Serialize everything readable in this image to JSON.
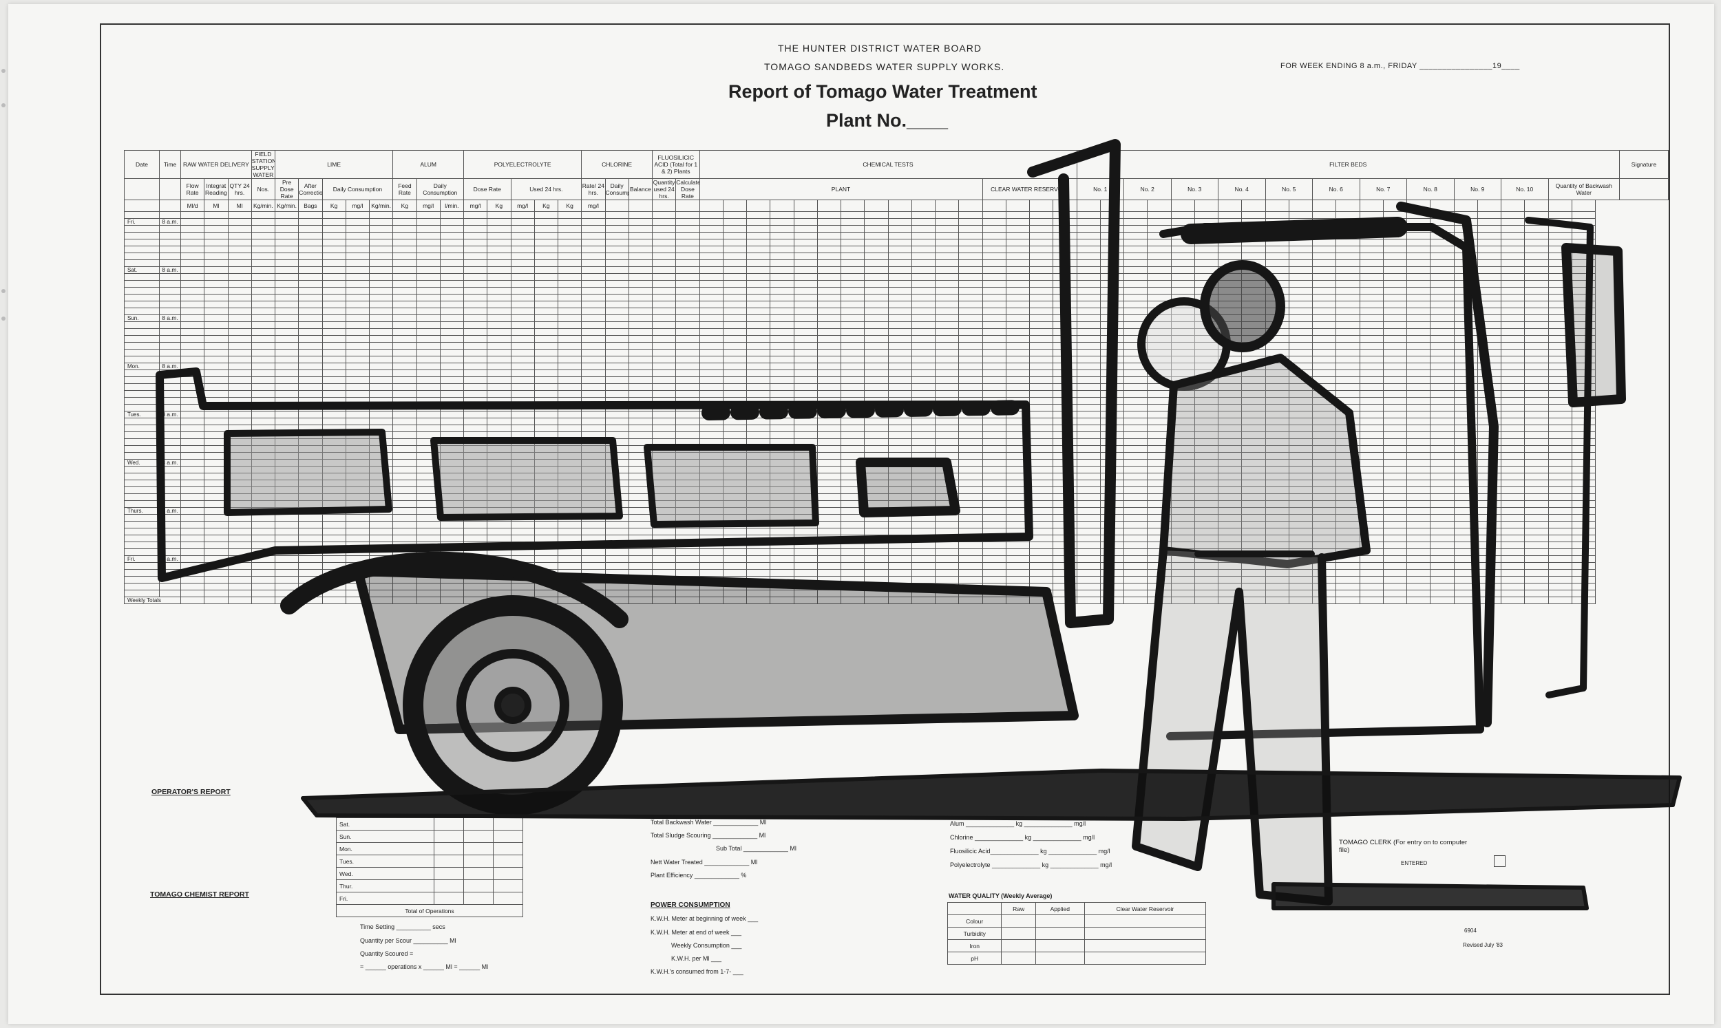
{
  "header": {
    "board": "THE HUNTER DISTRICT WATER BOARD",
    "works": "TOMAGO SANDBEDS WATER SUPPLY WORKS.",
    "title": "Report of Tomago Water Treatment",
    "plant": "Plant No.____",
    "week_ending": "FOR WEEK ENDING 8 a.m., FRIDAY ________________19____"
  },
  "grid": {
    "groups": [
      "Date",
      "Time",
      "RAW WATER DELIVERY",
      "FIELD STATIONS SUPPLYING WATER",
      "LIME",
      "ALUM",
      "POLYELECTROLYTE",
      "CHLORINE",
      "FLUOSILICIC ACID (Total for 1 & 2) Plants",
      "CHEMICAL TESTS",
      "FILTER BEDS",
      "Signature"
    ],
    "subheads": [
      "Flow Rate",
      "Integrat Reading",
      "QTY 24 hrs.",
      "Nos.",
      "Pre Dose Rate",
      "After Correction",
      "Daily Consumption",
      "Feed Rate",
      "Daily Consumption",
      "Dose Rate",
      "Used 24 hrs.",
      "Rate/ 24 hrs.",
      "Daily Consumption",
      "Balance",
      "Quantity used 24 hrs.",
      "Calculated Dose Rate",
      "PLANT",
      "CLEAR WATER RESERVOIR",
      "No. 1",
      "No. 2",
      "No. 3",
      "No. 4",
      "No. 5",
      "No. 6",
      "No. 7",
      "No. 8",
      "No. 9",
      "No. 10",
      "Quantity of Backwash Water"
    ],
    "units": [
      "Ml/d",
      "Ml",
      "Ml",
      "Kg/min.",
      "Kg/min.",
      "Bags",
      "Kg",
      "mg/l",
      "Kg/min.",
      "Kg",
      "mg/l",
      "l/min.",
      "mg/l",
      "Kg",
      "mg/l",
      "Kg",
      "Kg",
      "mg/l"
    ],
    "days": [
      "Fri.",
      "Sat.",
      "Sun.",
      "Mon.",
      "Tues.",
      "Wed.",
      "Thurs.",
      "Fri."
    ],
    "time": "8 a.m.",
    "weekly_totals": "Weekly Totals"
  },
  "operators_report": {
    "title": "OPERATOR'S REPORT",
    "days": [
      "Sat.",
      "Sun.",
      "Mon.",
      "Tues.",
      "Wed.",
      "Thur.",
      "Fri."
    ],
    "total": "Total of Operations"
  },
  "chemist_report": {
    "title": "TOMAGO CHEMIST REPORT",
    "lines": [
      "Time Setting __________ secs",
      "Quantity per Scour __________ Ml",
      "Quantity Scoured =",
      "= ______ operations x ______ Ml = ______ Ml"
    ]
  },
  "backwash": {
    "lines": [
      "Total Backwash Water _____________ Ml",
      "Total Sludge Scouring _____________ Ml",
      "Sub Total _____________ Ml",
      "Nett Water Treated _____________ Ml",
      "Plant Efficiency _____________ %"
    ]
  },
  "power": {
    "title": "POWER CONSUMPTION",
    "lines": [
      "K.W.H. Meter at beginning of week ___",
      "K.W.H. Meter at end of week ___",
      "Weekly Consumption ___",
      "K.W.H. per Ml ___",
      "K.W.H.'s consumed from 1-7- ___"
    ]
  },
  "chemicals": {
    "lines": [
      "Alum ______________ kg ______________ mg/l",
      "Chlorine ______________ kg ______________ mg/l",
      "Fluosilicic Acid______________ kg ______________ mg/l",
      "Polyelectrolyte ______________ kg ______________ mg/l"
    ]
  },
  "water_quality": {
    "title": "WATER QUALITY (Weekly Average)",
    "columns": [
      "",
      "Raw",
      "Applied",
      "Clear Water Reservoir"
    ],
    "rows": [
      "Colour",
      "Turbidity",
      "Iron",
      "pH"
    ]
  },
  "clerk": {
    "title": "TOMAGO CLERK (For entry on to computer file)",
    "entered": "ENTERED",
    "code": "6904",
    "revised": "Revised July '83"
  },
  "colors": {
    "paper": "#f6f6f4",
    "ink": "#1a1a1a",
    "wash": "#8a8a8a"
  }
}
